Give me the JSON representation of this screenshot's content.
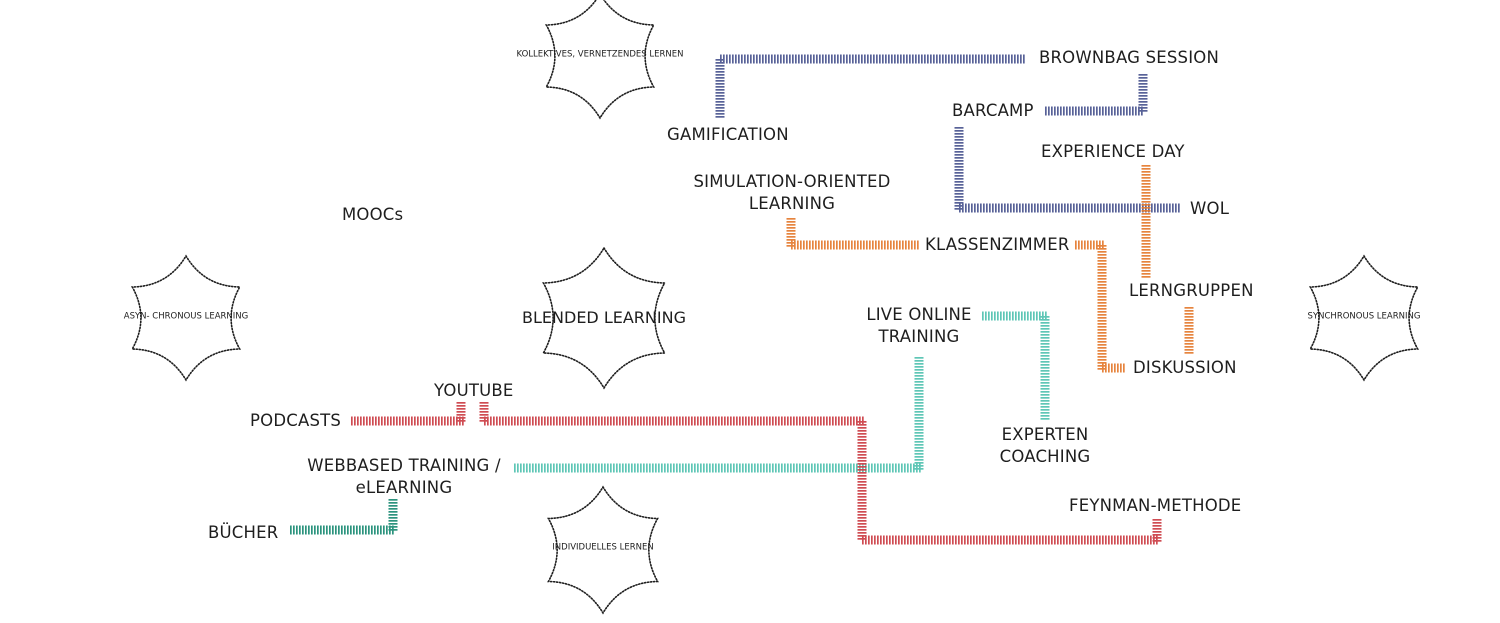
{
  "colors": {
    "navy": "#4a5590",
    "orange": "#e47a2e",
    "teal": "#52c2b0",
    "red": "#cc3d45",
    "dark_teal": "#1b8a74",
    "text": "#1e1e1e",
    "star_outline": "#1e1e1e"
  },
  "categories": [
    {
      "id": "kollektiv",
      "lines": [
        "KOLLEKTIVES,",
        "VERNETZENDES",
        "LERNEN"
      ],
      "size": "small"
    },
    {
      "id": "async",
      "lines": [
        "ASYN-",
        "CHRONOUS",
        "LEARNING"
      ],
      "size": "small"
    },
    {
      "id": "blended",
      "lines": [
        "BLENDED",
        "LEARNING"
      ],
      "size": "big"
    },
    {
      "id": "individuell",
      "lines": [
        "INDIVIDUELLES",
        "LERNEN"
      ],
      "size": "small"
    },
    {
      "id": "sync",
      "lines": [
        "SYNCHRONOUS",
        "LEARNING"
      ],
      "size": "small"
    }
  ],
  "methods": {
    "brownbag": "BROWNBAG SESSION",
    "gamification": "GAMIFICATION",
    "barcamp": "BARCAMP",
    "experience_day": "EXPERIENCE DAY",
    "wol": "WOL",
    "simulation_1": "SIMULATION-ORIENTED",
    "simulation_2": "LEARNING",
    "moocs": "MOOCs",
    "klassenzimmer": "KLASSENZIMMER",
    "lerngruppen": "LERNGRUPPEN",
    "live_online_1": "LIVE ONLINE",
    "live_online_2": "TRAINING",
    "diskussion": "DISKUSSION",
    "youtube": "YOUTUBE",
    "podcasts": "PODCASTS",
    "experten_1": "EXPERTEN",
    "experten_2": "COACHING",
    "wbt_1": "WEBBASED TRAINING /",
    "wbt_2": "eLEARNING",
    "feynman": "FEYNMAN-METHODE",
    "buecher": "BÜCHER"
  },
  "connections": [
    {
      "name": "gamification-brownbag",
      "color": "navy",
      "from": "GAMIFICATION",
      "to": "BROWNBAG SESSION"
    },
    {
      "name": "barcamp-brownbag",
      "color": "navy",
      "from": "BARCAMP",
      "to": "BROWNBAG SESSION"
    },
    {
      "name": "barcamp-wol",
      "color": "navy",
      "from": "BARCAMP",
      "to": "WOL"
    },
    {
      "name": "experienceday-lerngruppen",
      "color": "orange",
      "from": "EXPERIENCE DAY",
      "to": "LERNGRUPPEN"
    },
    {
      "name": "simulation-klassenzimmer",
      "color": "orange",
      "from": "SIMULATION-ORIENTED LEARNING",
      "to": "KLASSENZIMMER"
    },
    {
      "name": "klassenzimmer-diskussion",
      "color": "orange",
      "from": "KLASSENZIMMER",
      "to": "DISKUSSION"
    },
    {
      "name": "lerngruppen-diskussion",
      "color": "orange",
      "from": "LERNGRUPPEN",
      "to": "DISKUSSION"
    },
    {
      "name": "liveonline-experten",
      "color": "teal",
      "from": "LIVE ONLINE TRAINING",
      "to": "EXPERTEN COACHING"
    },
    {
      "name": "wbt-liveonline",
      "color": "teal",
      "from": "WEBBASED TRAINING / eLEARNING",
      "to": "LIVE ONLINE TRAINING"
    },
    {
      "name": "podcasts-youtube",
      "color": "red",
      "from": "PODCASTS",
      "to": "YOUTUBE"
    },
    {
      "name": "youtube-feynman",
      "color": "red",
      "from": "YOUTUBE",
      "to": "FEYNMAN-METHODE"
    },
    {
      "name": "buecher-wbt",
      "color": "dark_teal",
      "from": "BÜCHER",
      "to": "WEBBASED TRAINING / eLEARNING"
    }
  ]
}
